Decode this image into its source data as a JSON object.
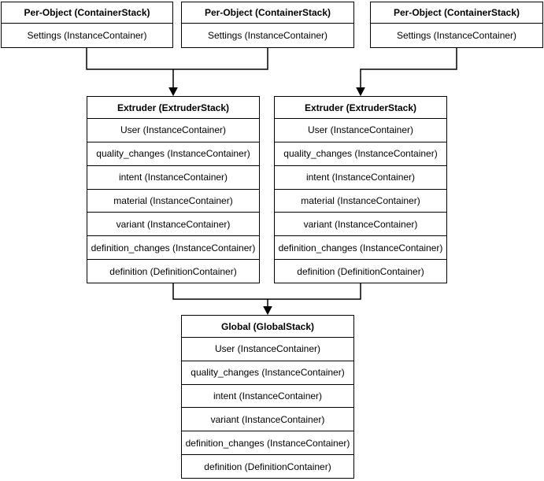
{
  "diagram": {
    "colors": {
      "background": "#ffffff",
      "border": "#000000",
      "text": "#000000",
      "arrow": "#000000"
    },
    "boxes": {
      "per_object_1": {
        "title": "Per-Object (ContainerStack)",
        "rows": [
          "Settings (InstanceContainer)"
        ]
      },
      "per_object_2": {
        "title": "Per-Object (ContainerStack)",
        "rows": [
          "Settings (InstanceContainer)"
        ]
      },
      "per_object_3": {
        "title": "Per-Object (ContainerStack)",
        "rows": [
          "Settings (InstanceContainer)"
        ]
      },
      "extruder_left": {
        "title": "Extruder (ExtruderStack)",
        "rows": [
          "User (InstanceContainer)",
          "quality_changes (InstanceContainer)",
          "intent (InstanceContainer)",
          "material (InstanceContainer)",
          "variant (InstanceContainer)",
          "definition_changes (InstanceContainer)",
          "definition (DefinitionContainer)"
        ]
      },
      "extruder_right": {
        "title": "Extruder (ExtruderStack)",
        "rows": [
          "User (InstanceContainer)",
          "quality_changes (InstanceContainer)",
          "intent (InstanceContainer)",
          "material (InstanceContainer)",
          "variant (InstanceContainer)",
          "definition_changes (InstanceContainer)",
          "definition (DefinitionContainer)"
        ]
      },
      "global": {
        "title": "Global (GlobalStack)",
        "rows": [
          "User (InstanceContainer)",
          "quality_changes (InstanceContainer)",
          "intent (InstanceContainer)",
          "variant (InstanceContainer)",
          "definition_changes (InstanceContainer)",
          "definition (DefinitionContainer)"
        ]
      }
    }
  }
}
